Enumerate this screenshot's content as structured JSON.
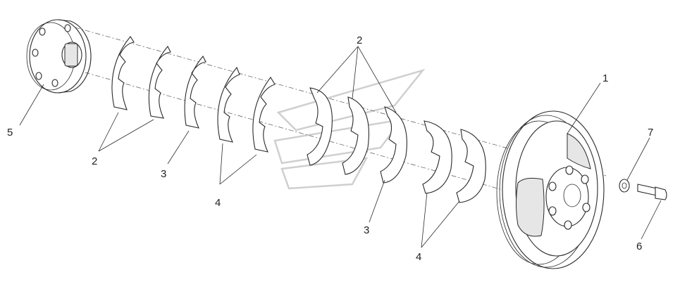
{
  "callouts": {
    "c1": "1",
    "c2_left": "2",
    "c2_top": "2",
    "c3_left": "3",
    "c3_right": "3",
    "c4_left": "4",
    "c4_right": "4",
    "c5": "5",
    "c6": "6",
    "c7": "7"
  }
}
